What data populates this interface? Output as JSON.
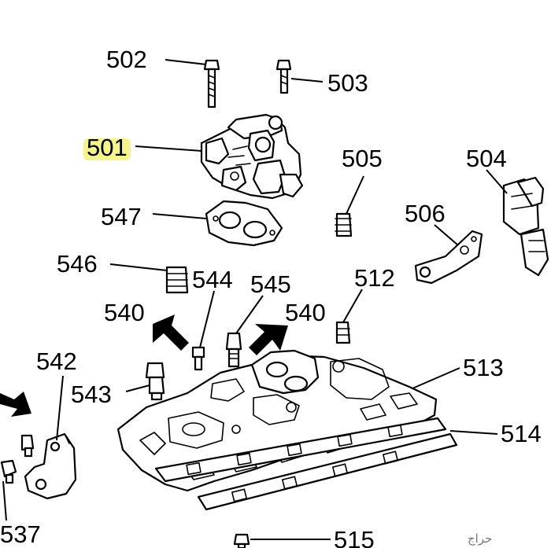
{
  "labels": {
    "p501": "501",
    "p502": "502",
    "p503": "503",
    "p504": "504",
    "p505": "505",
    "p506": "506",
    "p512": "512",
    "p513": "513",
    "p514": "514",
    "p515": "515",
    "p537": "537",
    "p540a": "540",
    "p540b": "540",
    "p542": "542",
    "p543": "543",
    "p544": "544",
    "p545": "545",
    "p546": "546",
    "p547": "547"
  },
  "watermark": "حراج",
  "colors": {
    "highlight": "#f3f37a",
    "ink": "#000000"
  }
}
